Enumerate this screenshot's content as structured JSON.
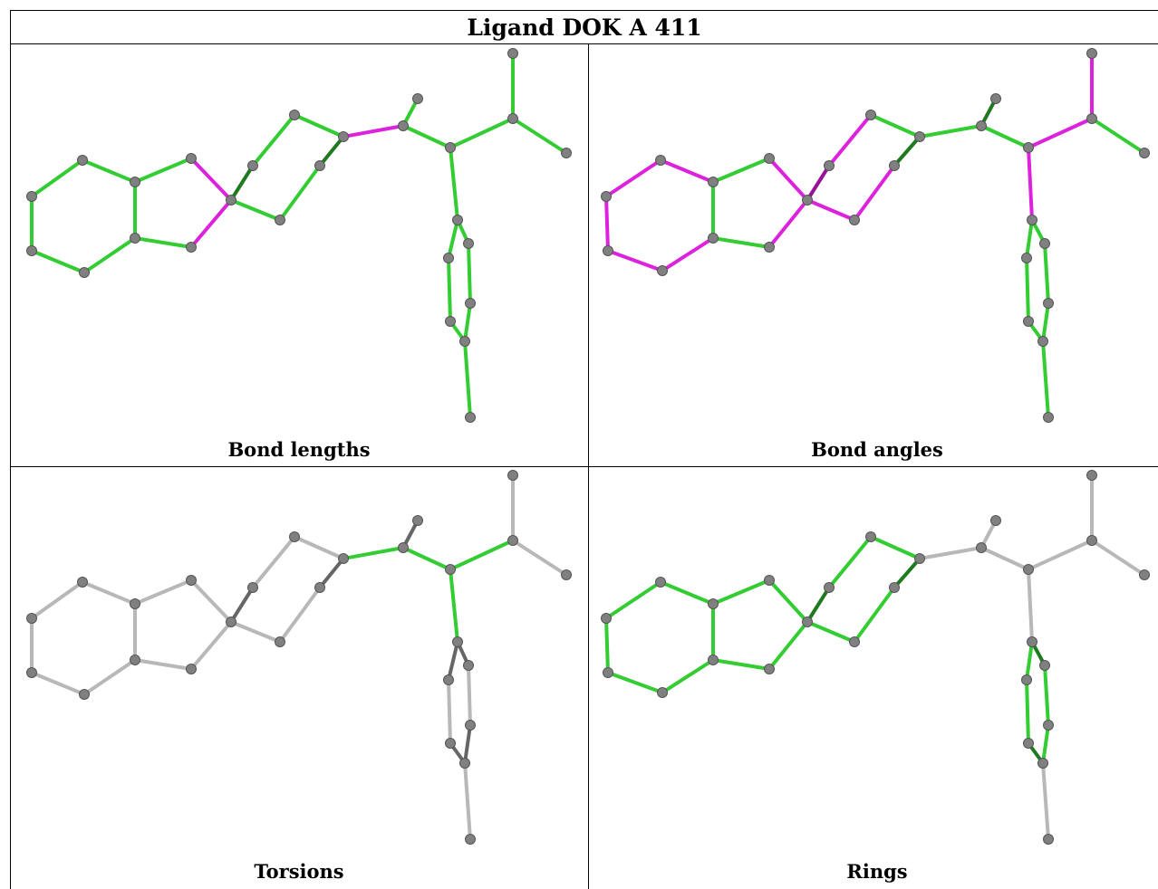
{
  "title": "Ligand DOK A 411",
  "panels": [
    {
      "caption": "Bond lengths"
    },
    {
      "caption": "Bond angles"
    },
    {
      "caption": "Torsions"
    },
    {
      "caption": "Rings"
    }
  ],
  "colors": {
    "green": "#33cc33",
    "dark_green": "#1f7a1f",
    "magenta": "#dd22dd",
    "gray": "#b8b8b8",
    "dark_gray": "#666666",
    "atom": "#808080"
  }
}
